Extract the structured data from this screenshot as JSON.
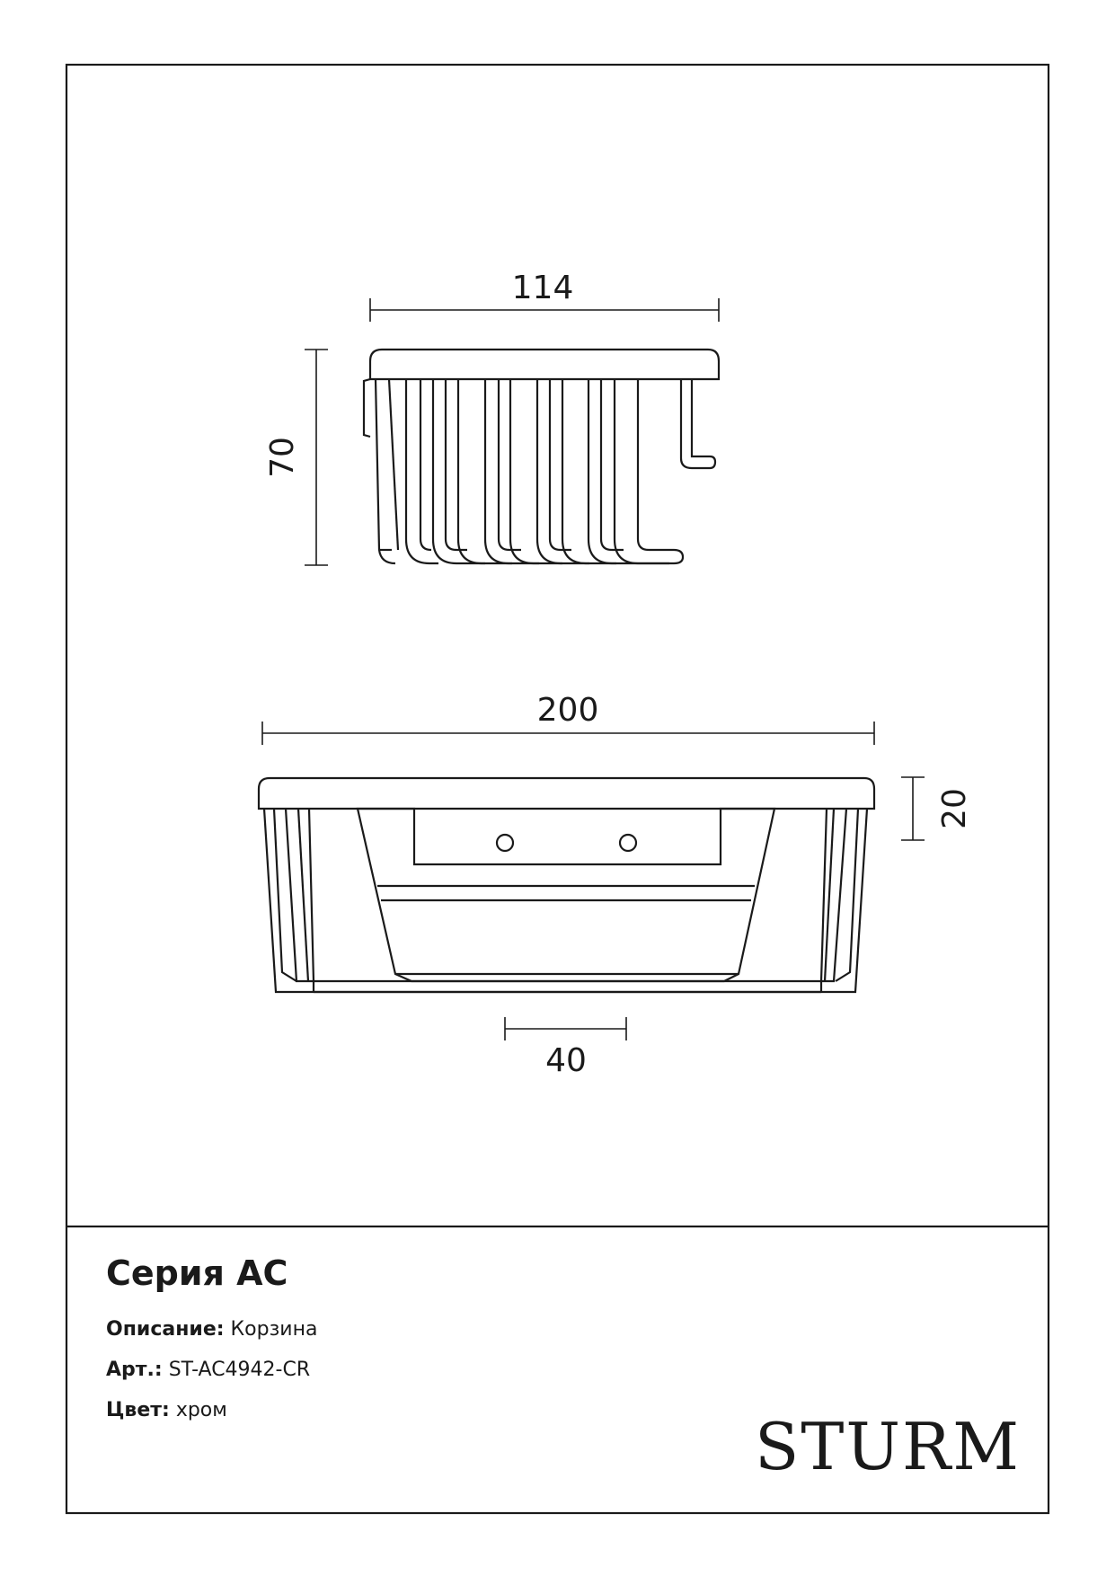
{
  "drawing": {
    "side_view": {
      "width_label": "114",
      "height_label": "70"
    },
    "front_view": {
      "width_label": "200",
      "depth_label": "20",
      "hole_spacing_label": "40"
    }
  },
  "info": {
    "series": "Серия AC",
    "description_label": "Описание:",
    "description_value": "Корзина",
    "article_label": "Арт.:",
    "article_value": "ST-AC4942-CR",
    "color_label": "Цвет:",
    "color_value": "хром"
  },
  "brand": "STURM"
}
